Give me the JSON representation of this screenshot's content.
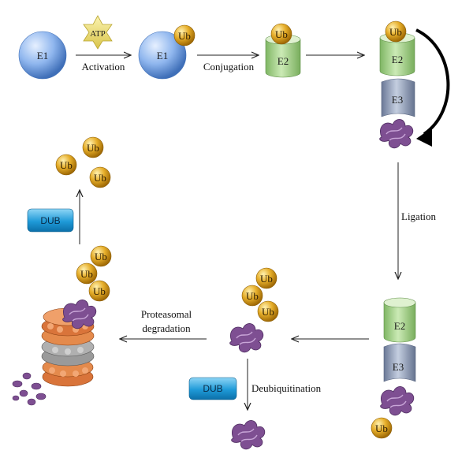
{
  "nodes": {
    "e1_free": "E1",
    "e1_loaded": "E1",
    "e2_top": "E2",
    "e2_charged": "E2",
    "e3_top": "E3",
    "e2_bottom": "E2",
    "e3_bottom": "E3",
    "atp": "ATP",
    "dub_left": "DUB",
    "dub_bottom": "DUB",
    "ub": "Ub"
  },
  "steps": {
    "activation": "Activation",
    "conjugation": "Conjugation",
    "ligation": "Ligation",
    "proteasomal_line1": "Proteasomal",
    "proteasomal_line2": "degradation",
    "deubiquitination": "Deubiquitination"
  },
  "colors": {
    "e1": "#8fb6ee",
    "e2": "#a9d68e",
    "e3": "#8e9cb8",
    "ubiquitin": "#e0a520",
    "dub": "#1f9ad8",
    "substrate": "#7e4f92",
    "atp": "#efe27a",
    "proteasome_orange": "#d9743a",
    "proteasome_gray": "#8c8c8c"
  }
}
